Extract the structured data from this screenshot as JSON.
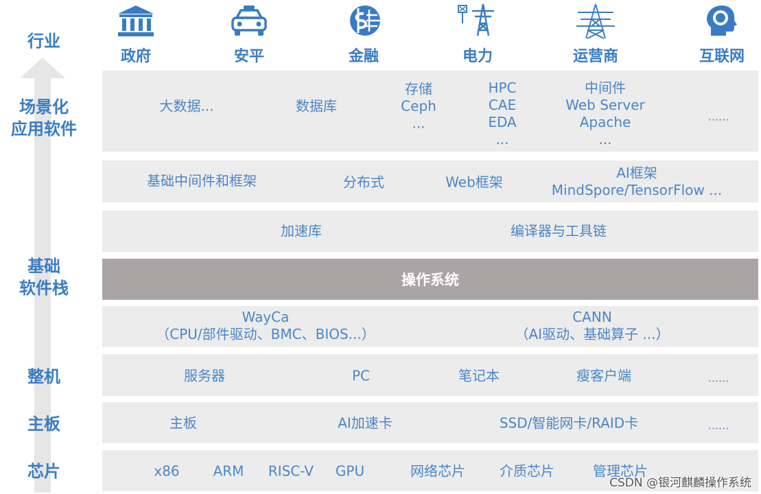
{
  "side_labels": {
    "industry": "行业",
    "scenario": [
      "场景化",
      "应用软件"
    ],
    "base": [
      "基础",
      "软件栈"
    ],
    "machine": "整机",
    "board": "主板",
    "chip": "芯片"
  },
  "industries": [
    {
      "label": "政府",
      "icon": "government-building-icon"
    },
    {
      "label": "安平",
      "icon": "police-car-icon"
    },
    {
      "label": "金融",
      "icon": "finance-dollar-globe-icon"
    },
    {
      "label": "电力",
      "icon": "power-tower-icon"
    },
    {
      "label": "运营商",
      "icon": "telecom-tower-icon"
    },
    {
      "label": "互联网",
      "icon": "internet-head-icon"
    }
  ],
  "rows": {
    "scenario_apps": [
      {
        "lines": [
          "大数据..."
        ]
      },
      {
        "lines": [
          "数据库"
        ]
      },
      {
        "lines": [
          "存储",
          "Ceph",
          "..."
        ]
      },
      {
        "lines": [
          "HPC",
          "CAE",
          "EDA",
          "..."
        ]
      },
      {
        "lines": [
          "中间件",
          "Web Server",
          "Apache",
          "..."
        ]
      },
      {
        "lines": [
          "......"
        ]
      }
    ],
    "middleware": [
      {
        "lines": [
          "基础中间件和框架"
        ]
      },
      {
        "lines": [
          "分布式"
        ]
      },
      {
        "lines": [
          "Web框架"
        ]
      },
      {
        "lines": [
          "AI框架",
          "MindSpore/TensorFlow ..."
        ]
      }
    ],
    "libraries": [
      {
        "lines": [
          "加速库"
        ]
      },
      {
        "lines": [
          "编译器与工具链"
        ]
      }
    ],
    "os": "操作系统",
    "drivers": [
      {
        "lines": [
          "WayCa",
          "（CPU/部件驱动、BMC、BIOS...）"
        ]
      },
      {
        "lines": [
          "CANN",
          "（AI驱动、基础算子 ...）"
        ]
      }
    ],
    "machines": [
      {
        "lines": [
          "服务器"
        ]
      },
      {
        "lines": [
          "PC"
        ]
      },
      {
        "lines": [
          "笔记本"
        ]
      },
      {
        "lines": [
          "瘦客户端"
        ]
      },
      {
        "lines": [
          "......"
        ]
      }
    ],
    "boards": [
      {
        "lines": [
          "主板"
        ]
      },
      {
        "lines": [
          "AI加速卡"
        ]
      },
      {
        "lines": [
          "SSD/智能网卡/RAID卡"
        ]
      },
      {
        "lines": [
          "......"
        ]
      }
    ],
    "chips": [
      {
        "lines": [
          "x86"
        ]
      },
      {
        "lines": [
          "ARM"
        ]
      },
      {
        "lines": [
          "RISC-V"
        ]
      },
      {
        "lines": [
          "GPU"
        ]
      },
      {
        "lines": [
          "网络芯片"
        ]
      },
      {
        "lines": [
          "介质芯片"
        ]
      },
      {
        "lines": [
          "管理芯片"
        ]
      }
    ]
  },
  "watermark": "CSDN @银河麒麟操作系统",
  "colors": {
    "label_blue": "#3a7cc4",
    "text_blue": "#4a86c6",
    "band_gray": "#ececec",
    "os_band": "#aaa5a4",
    "arrow_gray": "#e6e6e6"
  }
}
